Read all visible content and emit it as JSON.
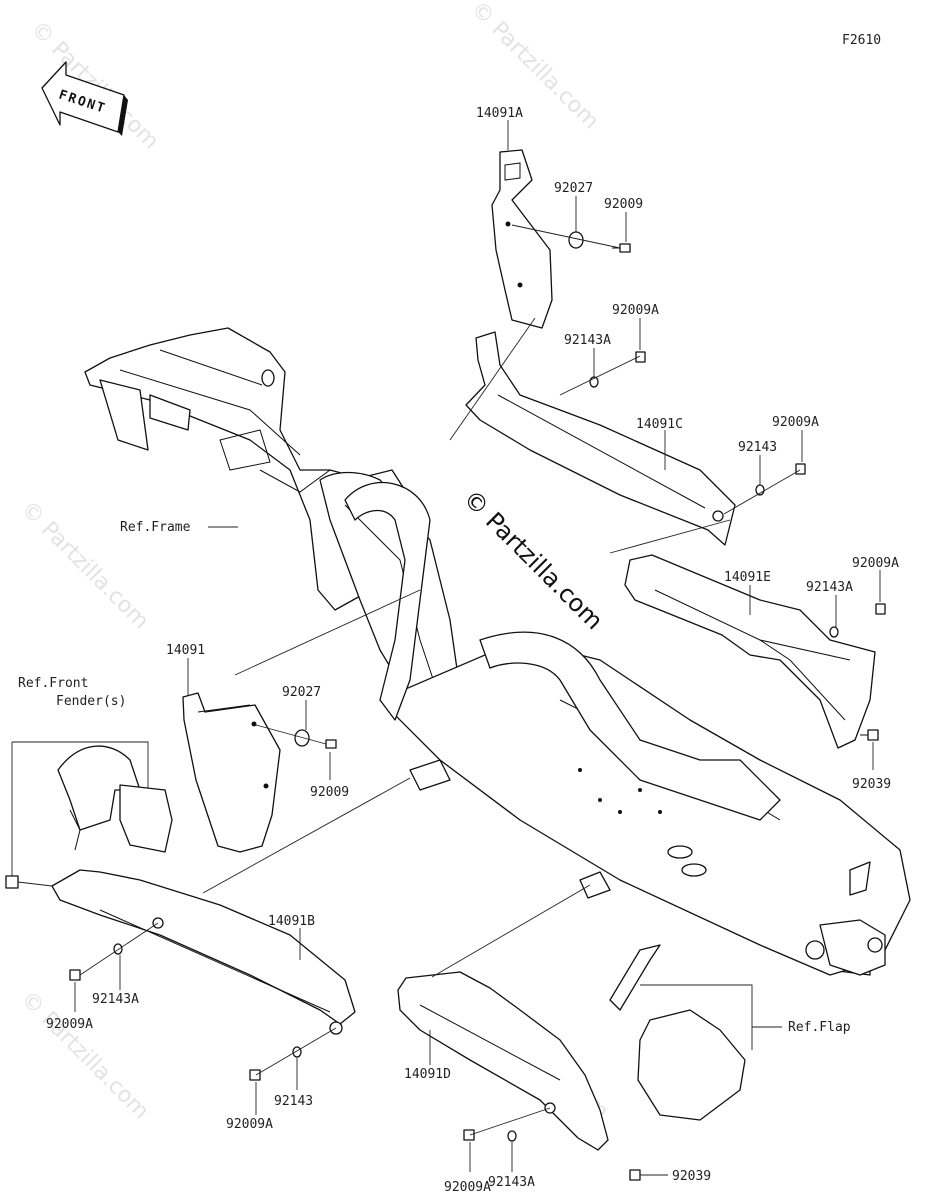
{
  "figure_code": "F2610",
  "direction_label": "FRONT",
  "watermark": "© Partzilla.com",
  "callouts": {
    "p14091A": "14091A",
    "p92027_top": "92027",
    "p92009_top": "92009",
    "p92009A_1": "92009A",
    "p92143A_1": "92143A",
    "p14091C": "14091C",
    "p92009A_2": "92009A",
    "p92143_1": "92143",
    "p92009A_3": "92009A",
    "p14091E": "14091E",
    "p92143A_2": "92143A",
    "p92039_1": "92039",
    "ref_frame": "Ref.Frame",
    "p14091": "14091",
    "p92027_mid": "92027",
    "p92009_mid": "92009",
    "ref_front_fender_1": "Ref.Front",
    "ref_front_fender_2": "Fender(s)",
    "p14091B": "14091B",
    "p92143A_3": "92143A",
    "p92009A_4": "92009A",
    "p92143_2": "92143",
    "p92009A_5": "92009A",
    "p14091D": "14091D",
    "ref_flap": "Ref.Flap",
    "p92143A_4": "92143A",
    "p92009A_6": "92009A",
    "p92039_2": "92039"
  }
}
